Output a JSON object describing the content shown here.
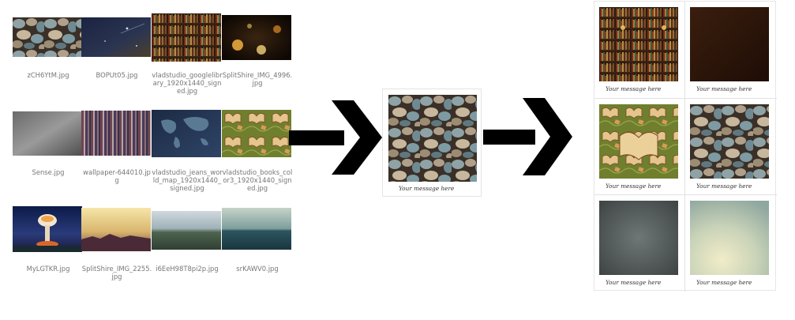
{
  "file_browser": {
    "files": [
      {
        "name": "zCH6YtM.jpg",
        "icon": "pebbles-thumbnail"
      },
      {
        "name": "BOPUt05.jpg",
        "icon": "night-sky-thumbnail"
      },
      {
        "name": "vladstudio_googlelibrary_1920x1440_signed.jpg",
        "icon": "library-thumbnail"
      },
      {
        "name": "SplitShire_IMG_4996.jpg",
        "icon": "bokeh-lights-thumbnail"
      },
      {
        "name": "Sense.jpg",
        "icon": "grey-texture-thumbnail"
      },
      {
        "name": "wallpaper-644010.jpg",
        "icon": "striped-fabric-thumbnail"
      },
      {
        "name": "vladstudio_jeans_world_map_1920x1440_signed.jpg",
        "icon": "world-map-thumbnail"
      },
      {
        "name": "vladstudio_books_color3_1920x1440_signed.jpg",
        "icon": "books-pattern-thumbnail"
      },
      {
        "name": "MyLGTKR.jpg",
        "icon": "explosion-thumbnail"
      },
      {
        "name": "SplitShire_IMG_2255.jpg",
        "icon": "sunset-thumbnail"
      },
      {
        "name": "i6EeH98T8pi2p.jpg",
        "icon": "landscape-thumbnail"
      },
      {
        "name": "srKAWV0.jpg",
        "icon": "sea-horizon-thumbnail"
      }
    ]
  },
  "single_card": {
    "message": "Your message here",
    "photo": "pebbles"
  },
  "card_sheet": {
    "cards": [
      {
        "message": "Your message here",
        "photo": "library"
      },
      {
        "message": "Your message here",
        "photo": "dark-wood"
      },
      {
        "message": "Your message here",
        "photo": "books-pattern"
      },
      {
        "message": "Your message here",
        "photo": "pebbles"
      },
      {
        "message": "Your message here",
        "photo": "grey-texture"
      },
      {
        "message": "Your message here",
        "photo": "sky"
      }
    ]
  },
  "colors": {
    "arrow": "#000000",
    "caption": "#777777",
    "card_border": "#e4e4e4"
  }
}
